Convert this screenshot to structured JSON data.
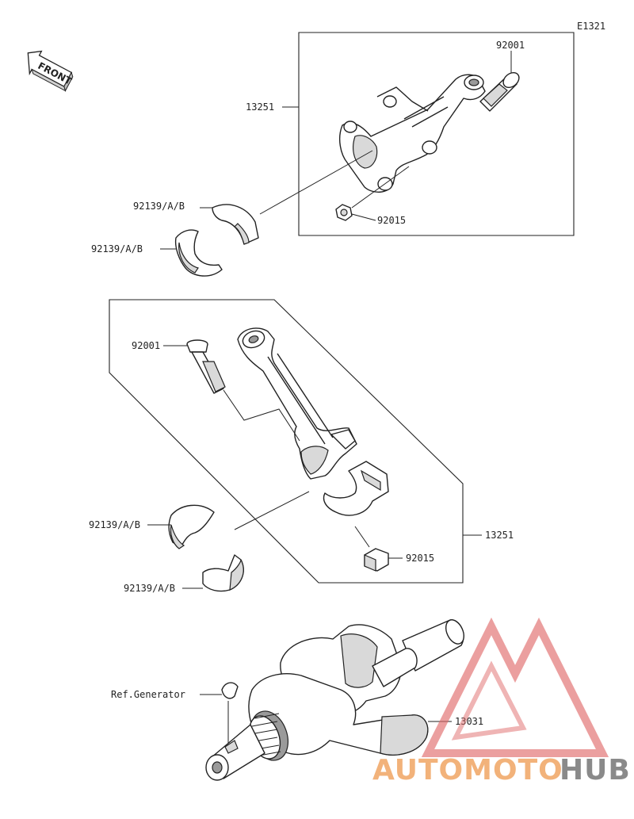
{
  "diagram_code": "E1321",
  "front_label": "FRONT",
  "callouts": {
    "rod_assy_top": "13251",
    "bolt_top": "92001",
    "nut_top": "92015",
    "bearing_top_upper": "92139/A/B",
    "bearing_top_lower": "92139/A/B",
    "bolt_mid": "92001",
    "bearing_mid_upper": "92139/A/B",
    "bearing_mid_lower": "92139/A/B",
    "rod_assy_mid": "13251",
    "nut_mid": "92015",
    "ref_generator": "Ref.Generator",
    "crankshaft": "13031"
  },
  "watermark": {
    "part1": "AUTOMOTO",
    "part2": "HUB",
    "color_primary": "#f2b27a",
    "color_secondary": "#8a8a8a",
    "logo_color": "#e06a6a"
  }
}
